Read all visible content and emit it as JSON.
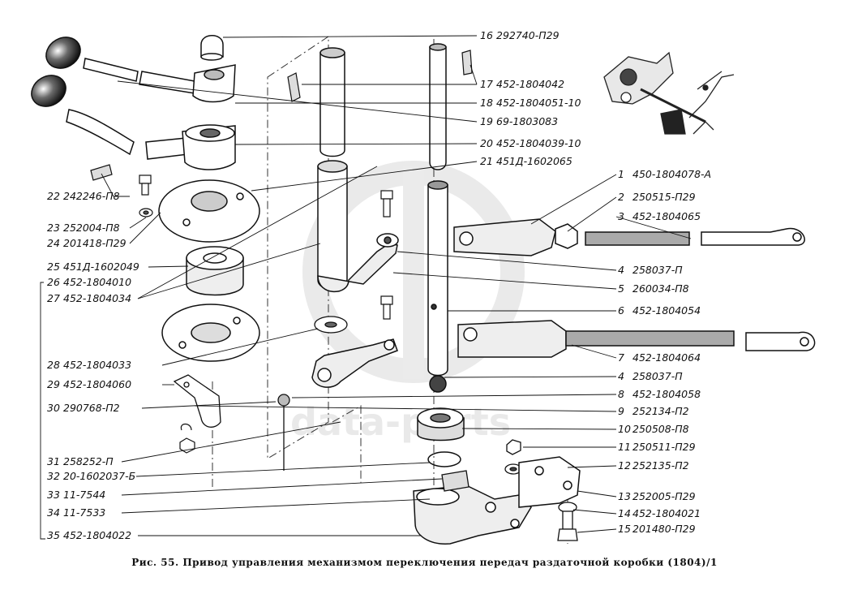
{
  "caption": "Рис. 55. Привод управления механизмом переключения передач раздаточной коробки (1804)/1",
  "watermark": "data-parts",
  "right_callouts": [
    {
      "num": "16",
      "code": "292740-П29"
    },
    {
      "num": "17",
      "code": "452-1804042"
    },
    {
      "num": "18",
      "code": "452-1804051-10"
    },
    {
      "num": "19",
      "code": "69-1803083"
    },
    {
      "num": "20",
      "code": "452-1804039-10"
    },
    {
      "num": "21",
      "code": "451Д-1602065"
    },
    {
      "num": "1",
      "code": "450-1804078-А"
    },
    {
      "num": "2",
      "code": "250515-П29"
    },
    {
      "num": "3",
      "code": "452-1804065"
    },
    {
      "num": "4",
      "code": "258037-П"
    },
    {
      "num": "5",
      "code": "260034-П8"
    },
    {
      "num": "6",
      "code": "452-1804054"
    },
    {
      "num": "7",
      "code": "452-1804064"
    },
    {
      "num": "4",
      "code": "258037-П"
    },
    {
      "num": "8",
      "code": "452-1804058"
    },
    {
      "num": "9",
      "code": "252134-П2"
    },
    {
      "num": "10",
      "code": "250508-П8"
    },
    {
      "num": "11",
      "code": "250511-П29"
    },
    {
      "num": "12",
      "code": "252135-П2"
    },
    {
      "num": "13",
      "code": "252005-П29"
    },
    {
      "num": "14",
      "code": "452-1804021"
    },
    {
      "num": "15",
      "code": "201480-П29"
    }
  ],
  "left_callouts": [
    {
      "num": "22",
      "code": "242246-П8"
    },
    {
      "num": "23",
      "code": "252004-П8"
    },
    {
      "num": "24",
      "code": "201418-П29"
    },
    {
      "num": "25",
      "code": "451Д-1602049"
    },
    {
      "num": "26",
      "code": "452-1804010"
    },
    {
      "num": "27",
      "code": "452-1804034"
    },
    {
      "num": "28",
      "code": "452-1804033"
    },
    {
      "num": "29",
      "code": "452-1804060"
    },
    {
      "num": "30",
      "code": "290768-П2"
    },
    {
      "num": "31",
      "code": "258252-П"
    },
    {
      "num": "32",
      "code": "20-1602037-Б"
    },
    {
      "num": "33",
      "code": "11-7544"
    },
    {
      "num": "34",
      "code": "11-7533"
    },
    {
      "num": "35",
      "code": "452-1804022"
    }
  ]
}
